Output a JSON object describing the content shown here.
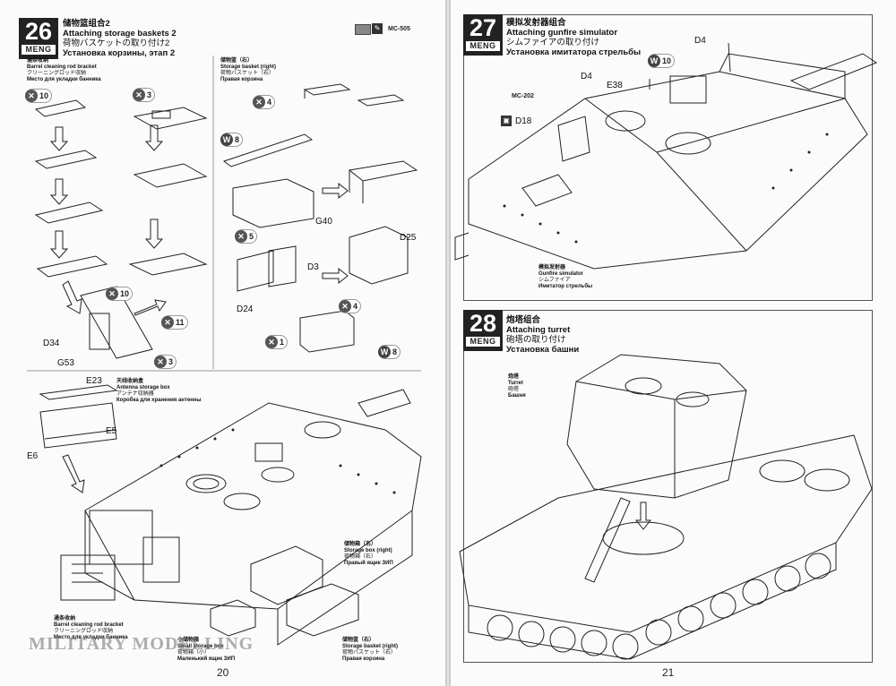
{
  "left_page": {
    "page_number": "20",
    "step26": {
      "number": "26",
      "brand": "MENG",
      "title_zh": "储物篮组合2",
      "title_en": "Attaching storage baskets 2",
      "title_ja": "荷物バスケットの取り付け2",
      "title_ru": "Установка корзины, этап 2",
      "mc_code": "MC-505",
      "barrel_bracket_zh": "通条收纳",
      "barrel_bracket_en": "Barrel cleaning rod bracket",
      "barrel_bracket_ja": "クリーニングロッド収納",
      "barrel_bracket_ru": "Место для укладки банника",
      "basket_right_zh": "储物篮（右）",
      "basket_right_en": "Storage basket (right)",
      "basket_right_ja": "荷物バスケット（右）",
      "basket_right_ru": "Правая корзина",
      "parts": {
        "g40": "G40",
        "d25": "D25",
        "d3": "D3",
        "d24": "D24",
        "d34": "D34",
        "g53": "G53"
      },
      "qty": {
        "x10a": "10",
        "x3a": "3",
        "x4a": "4",
        "w8a": "8",
        "x5": "5",
        "x10b": "10",
        "x11": "11",
        "x3b": "3",
        "x4b": "4",
        "x1": "1",
        "w8b": "8"
      }
    },
    "lower": {
      "antenna_zh": "天线收纳盒",
      "antenna_en": "Antenna storage box",
      "antenna_ja": "アンテナ収納器",
      "antenna_ru": "Коробка для хранения антенны",
      "e23": "E23",
      "e5": "E5",
      "e6": "E6",
      "storage_right_zh": "储物箱（右）",
      "storage_right_en": "Storage box (right)",
      "storage_right_ja": "荷物箱（右）",
      "storage_right_ru": "Правый ящик ЗИП",
      "barrel2_zh": "通条收纳",
      "barrel2_en": "Barrel cleaning rod bracket",
      "barrel2_ja": "クリーニングロッド収納",
      "barrel2_ru": "Место для укладки банника",
      "small_zh": "小储物箱",
      "small_en": "Small storage box",
      "small_ja": "荷物箱（小）",
      "small_ru": "Маленький ящик ЗИП",
      "basket2_zh": "储物篮（右）",
      "basket2_en": "Storage basket (right)",
      "basket2_ja": "荷物バスケット（右）",
      "basket2_ru": "Правая корзина"
    },
    "watermark": "MILITARY MODELLING"
  },
  "right_page": {
    "page_number": "21",
    "step27": {
      "number": "27",
      "brand": "MENG",
      "title_zh": "模拟发射器组合",
      "title_en": "Attaching gunfire simulator",
      "title_ja": "シムファイアの取り付け",
      "title_ru": "Установка имитатора стрельбы",
      "mc_code": "MC-202",
      "d4a": "D4",
      "d4b": "D4",
      "e38": "E38",
      "d18": "D18",
      "w10": "10",
      "sim_zh": "模拟发射器",
      "sim_en": "Gunfire simulator",
      "sim_ja": "シムファイア",
      "sim_ru": "Имитатор стрельбы"
    },
    "step28": {
      "number": "28",
      "brand": "MENG",
      "title_zh": "炮塔组合",
      "title_en": "Attaching turret",
      "title_ja": "砲塔の取り付け",
      "title_ru": "Установка башни",
      "turret_zh": "炮塔",
      "turret_en": "Turret",
      "turret_ja": "砲塔",
      "turret_ru": "Башня"
    }
  },
  "colors": {
    "ink": "#111111",
    "badge": "#222222",
    "paper": "#fbfbfb"
  }
}
